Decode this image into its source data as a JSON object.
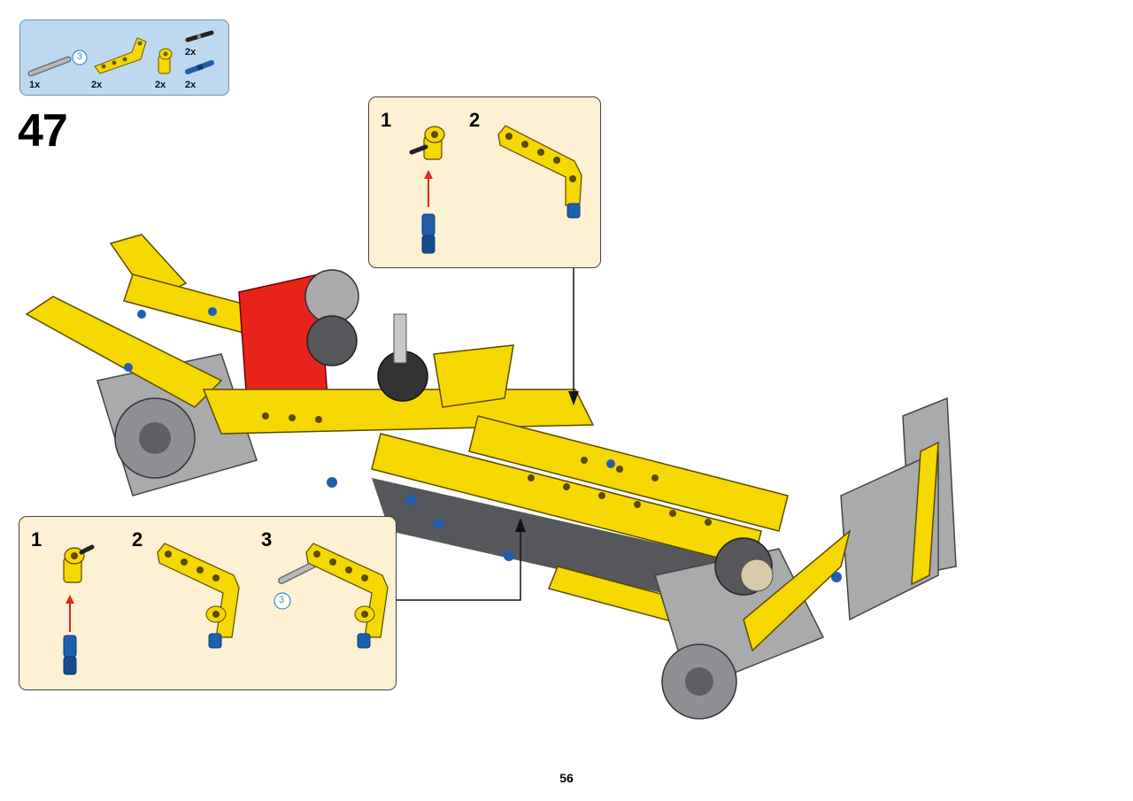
{
  "parts_list": {
    "items": [
      {
        "qty": "1x",
        "icon": "axle-3-icon",
        "callout": "3"
      },
      {
        "qty": "2x",
        "icon": "yellow-angled-beam-icon"
      },
      {
        "qty": "2x",
        "icon": "yellow-connector-icon"
      },
      {
        "qty": "2x",
        "icon": "black-pin-icon"
      },
      {
        "qty": "2x",
        "icon": "blue-pin-icon"
      }
    ]
  },
  "step": {
    "number": "47"
  },
  "callout_top": {
    "steps": [
      "1",
      "2"
    ]
  },
  "callout_bottom": {
    "steps": [
      "1",
      "2",
      "3"
    ],
    "axle_callout": "3"
  },
  "page": {
    "number": "56"
  },
  "colors": {
    "part_yellow": "#f5d800",
    "part_gray": "#a9aaac",
    "part_red": "#e8231c",
    "part_blue": "#1f5fb0",
    "callout_bg": "#fdf0d3",
    "parts_bg": "#bcd9f0"
  }
}
